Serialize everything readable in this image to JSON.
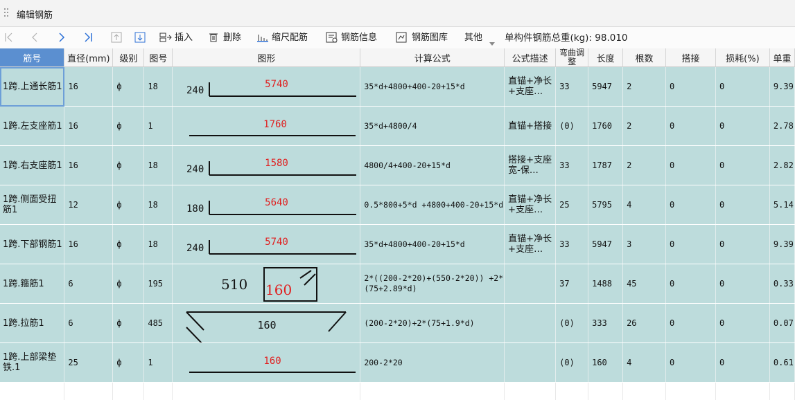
{
  "window": {
    "title": "编辑钢筋"
  },
  "toolbar": {
    "insert": "插入",
    "delete": "删除",
    "scale_rebar": "缩尺配筋",
    "rebar_info": "钢筋信息",
    "rebar_library": "钢筋图库",
    "other": "其他",
    "total_weight": "单构件钢筋总重(kg): 98.010"
  },
  "colors": {
    "row_bg": "#bddcdc",
    "header_selected": "#5b8fd0",
    "dim_red": "#e02020"
  },
  "table": {
    "headers": {
      "bar_no": "筋号",
      "diameter": "直径(mm)",
      "grade": "级别",
      "shape_no": "图号",
      "shape": "图形",
      "formula": "计算公式",
      "formula_desc": "公式描述",
      "bend_adjust": "弯曲调整",
      "length": "长度",
      "count": "根数",
      "lap": "搭接",
      "loss": "损耗(%)",
      "unit_weight": "单重"
    },
    "rows": [
      {
        "name": "1跨.上通长筋1",
        "diameter": "16",
        "grade": "ф",
        "shape_no": "18",
        "shape_left": "240",
        "shape_main": "5740",
        "formula": "35*d+4800+400-20+15*d",
        "desc": "直锚+净长+支座…",
        "bend": "33",
        "length": "5947",
        "count": "2",
        "lap": "0",
        "loss": "0",
        "unit_weight": "9.39"
      },
      {
        "name": "1跨.左支座筋1",
        "diameter": "16",
        "grade": "ф",
        "shape_no": "1",
        "shape_main": "1760",
        "formula": "35*d+4800/4",
        "desc": "直锚+搭接",
        "bend": "(0)",
        "length": "1760",
        "count": "2",
        "lap": "0",
        "loss": "0",
        "unit_weight": "2.78"
      },
      {
        "name": "1跨.右支座筋1",
        "diameter": "16",
        "grade": "ф",
        "shape_no": "18",
        "shape_left": "240",
        "shape_main": "1580",
        "formula": "4800/4+400-20+15*d",
        "desc": "搭接+支座宽-保…",
        "bend": "33",
        "length": "1787",
        "count": "2",
        "lap": "0",
        "loss": "0",
        "unit_weight": "2.82"
      },
      {
        "name": "1跨.侧面受扭筋1",
        "diameter": "12",
        "grade": "ф",
        "shape_no": "18",
        "shape_left": "180",
        "shape_main": "5640",
        "formula": "0.5*800+5*d +4800+400-20+15*d",
        "desc": "直锚+净长+支座…",
        "bend": "25",
        "length": "5795",
        "count": "4",
        "lap": "0",
        "loss": "0",
        "unit_weight": "5.14"
      },
      {
        "name": "1跨.下部钢筋1",
        "diameter": "16",
        "grade": "ф",
        "shape_no": "18",
        "shape_left": "240",
        "shape_main": "5740",
        "formula": "35*d+4800+400-20+15*d",
        "desc": "直锚+净长+支座…",
        "bend": "33",
        "length": "5947",
        "count": "3",
        "lap": "0",
        "loss": "0",
        "unit_weight": "9.39"
      },
      {
        "name": "1跨.箍筋1",
        "diameter": "6",
        "grade": "ф",
        "shape_no": "195",
        "shape_left": "510",
        "shape_main": "160",
        "formula": "2*((200-2*20)+(550-2*20)) +2*(75+2.89*d)",
        "desc": "",
        "bend": "37",
        "length": "1488",
        "count": "45",
        "lap": "0",
        "loss": "0",
        "unit_weight": "0.33"
      },
      {
        "name": "1跨.拉筋1",
        "diameter": "6",
        "grade": "ф",
        "shape_no": "485",
        "shape_main": "160",
        "formula": "(200-2*20)+2*(75+1.9*d)",
        "desc": "",
        "bend": "(0)",
        "length": "333",
        "count": "26",
        "lap": "0",
        "loss": "0",
        "unit_weight": "0.07"
      },
      {
        "name": "1跨.上部梁垫铁.1",
        "diameter": "25",
        "grade": "ф",
        "shape_no": "1",
        "shape_main": "160",
        "formula": "200-2*20",
        "desc": "",
        "bend": "(0)",
        "length": "160",
        "count": "4",
        "lap": "0",
        "loss": "0",
        "unit_weight": "0.61"
      }
    ]
  }
}
